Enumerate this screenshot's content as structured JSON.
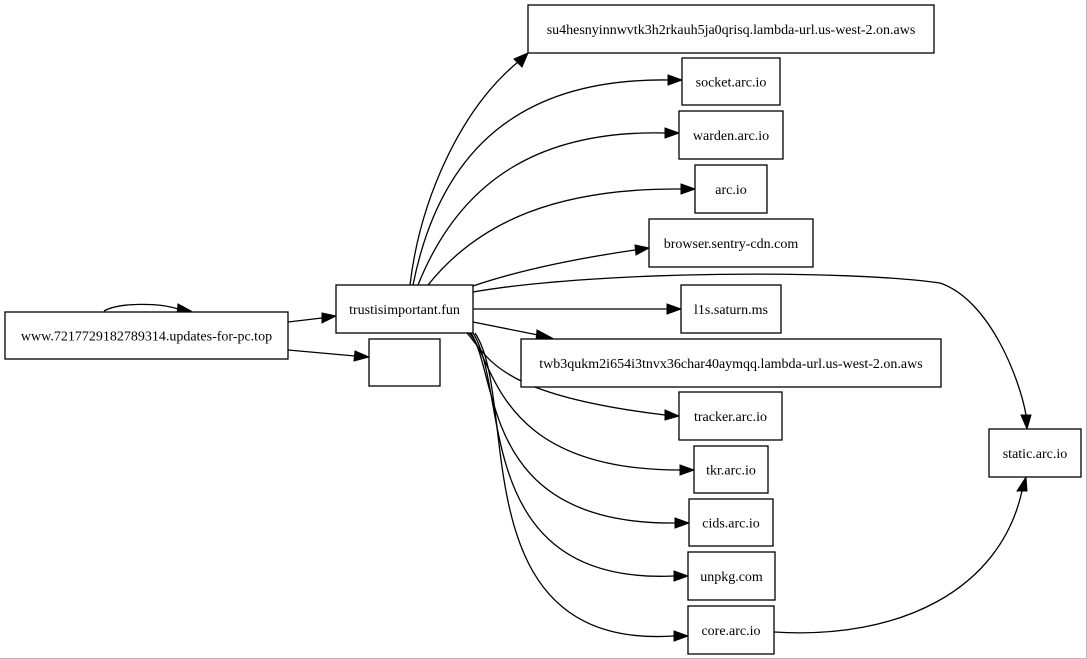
{
  "graph": {
    "nodes": [
      {
        "id": "www",
        "label": "www.7217729182789314.updates-for-pc.top"
      },
      {
        "id": "trust",
        "label": "trustisimportant.fun"
      },
      {
        "id": "blank",
        "label": ""
      },
      {
        "id": "su4",
        "label": "su4hesnyinnwvtk3h2rkauh5ja0qrisq.lambda-url.us-west-2.on.aws"
      },
      {
        "id": "socket",
        "label": "socket.arc.io"
      },
      {
        "id": "warden",
        "label": "warden.arc.io"
      },
      {
        "id": "arc",
        "label": "arc.io"
      },
      {
        "id": "sentry",
        "label": "browser.sentry-cdn.com"
      },
      {
        "id": "l1s",
        "label": "l1s.saturn.ms"
      },
      {
        "id": "twb",
        "label": "twb3qukm2i654i3tnvx36char40aymqq.lambda-url.us-west-2.on.aws"
      },
      {
        "id": "tracker",
        "label": "tracker.arc.io"
      },
      {
        "id": "tkr",
        "label": "tkr.arc.io"
      },
      {
        "id": "cids",
        "label": "cids.arc.io"
      },
      {
        "id": "unpkg",
        "label": "unpkg.com"
      },
      {
        "id": "core",
        "label": "core.arc.io"
      },
      {
        "id": "static",
        "label": "static.arc.io"
      }
    ],
    "edges": [
      {
        "from": "www",
        "to": "www"
      },
      {
        "from": "www",
        "to": "trust"
      },
      {
        "from": "www",
        "to": "blank"
      },
      {
        "from": "trust",
        "to": "su4"
      },
      {
        "from": "trust",
        "to": "socket"
      },
      {
        "from": "trust",
        "to": "warden"
      },
      {
        "from": "trust",
        "to": "arc"
      },
      {
        "from": "trust",
        "to": "sentry"
      },
      {
        "from": "trust",
        "to": "static"
      },
      {
        "from": "trust",
        "to": "l1s"
      },
      {
        "from": "trust",
        "to": "twb"
      },
      {
        "from": "trust",
        "to": "tracker"
      },
      {
        "from": "trust",
        "to": "tkr"
      },
      {
        "from": "trust",
        "to": "cids"
      },
      {
        "from": "trust",
        "to": "unpkg"
      },
      {
        "from": "trust",
        "to": "core"
      },
      {
        "from": "core",
        "to": "static"
      }
    ]
  }
}
